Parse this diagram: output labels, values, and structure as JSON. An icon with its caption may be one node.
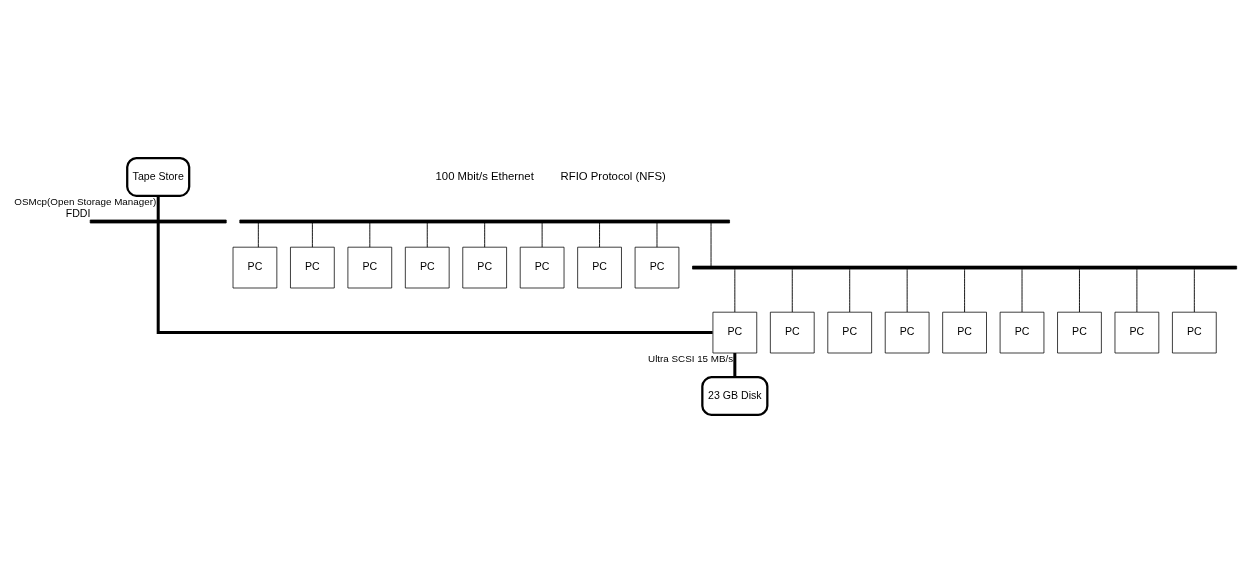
{
  "diagram": {
    "nodes": [
      {
        "text": [
          "Tape Store"
        ]
      },
      {
        "text": [],
        "shape": "bar",
        "beside": [
          "FDDI"
        ]
      },
      {
        "text": [],
        "shape": "bar"
      },
      {
        "text": [
          "PC"
        ]
      },
      {
        "text": [
          "PC"
        ]
      },
      {
        "text": [
          "PC"
        ]
      },
      {
        "text": [
          "PC"
        ]
      },
      {
        "text": [
          "PC"
        ]
      },
      {
        "text": [
          "PC"
        ]
      },
      {
        "text": [
          "PC"
        ]
      },
      {
        "text": [
          "PC"
        ]
      },
      {
        "text": [
          "PC"
        ]
      },
      {
        "text": [
          "23 GB Disk"
        ]
      },
      {
        "text": [],
        "shape": "bar"
      },
      {
        "text": [
          "PC"
        ]
      },
      {
        "text": [
          "PC"
        ]
      },
      {
        "text": [
          "PC"
        ]
      },
      {
        "text": [
          "PC"
        ]
      },
      {
        "text": [
          "PC"
        ]
      },
      {
        "text": [
          "PC"
        ]
      },
      {
        "text": [
          "PC"
        ]
      },
      {
        "text": [
          "PC"
        ]
      }
    ],
    "edges": [
      {
        "from": 0,
        "to": 1,
        "arrow": "none",
        "label": "OSMcp(Open Storage Manager)",
        "style": "thick"
      },
      {
        "from": 1,
        "to": 11,
        "arrow": "none",
        "style": "thick"
      },
      {
        "from": 2,
        "to": 3,
        "arrow": "none"
      },
      {
        "from": 2,
        "to": 4,
        "arrow": "none"
      },
      {
        "from": 2,
        "to": 5,
        "arrow": "none"
      },
      {
        "from": 2,
        "to": 6,
        "arrow": "none"
      },
      {
        "from": 2,
        "to": 7,
        "arrow": "none"
      },
      {
        "from": 2,
        "to": 8,
        "arrow": "none"
      },
      {
        "from": 2,
        "to": 9,
        "arrow": "none"
      },
      {
        "from": 2,
        "to": 10,
        "arrow": "none"
      },
      {
        "from": 2,
        "to": 13,
        "arrow": "none"
      },
      {
        "from": 13,
        "to": 11,
        "arrow": "none"
      },
      {
        "from": 11,
        "to": 12,
        "arrow": "none",
        "label": "Ultra SCSI 15 MB/s",
        "style": "thick"
      },
      {
        "from": 13,
        "to": 14,
        "arrow": "none"
      },
      {
        "from": 13,
        "to": 15,
        "arrow": "none"
      },
      {
        "from": 13,
        "to": 16,
        "arrow": "none"
      },
      {
        "from": 13,
        "to": 17,
        "arrow": "none"
      },
      {
        "from": 13,
        "to": 18,
        "arrow": "none"
      },
      {
        "from": 13,
        "to": 19,
        "arrow": "none"
      },
      {
        "from": 13,
        "to": 20,
        "arrow": "none"
      },
      {
        "from": 13,
        "to": 21,
        "arrow": "none"
      }
    ],
    "labels": [
      "RFIO Protocol (NFS)",
      "100 Mbit/s Ethernet"
    ]
  }
}
